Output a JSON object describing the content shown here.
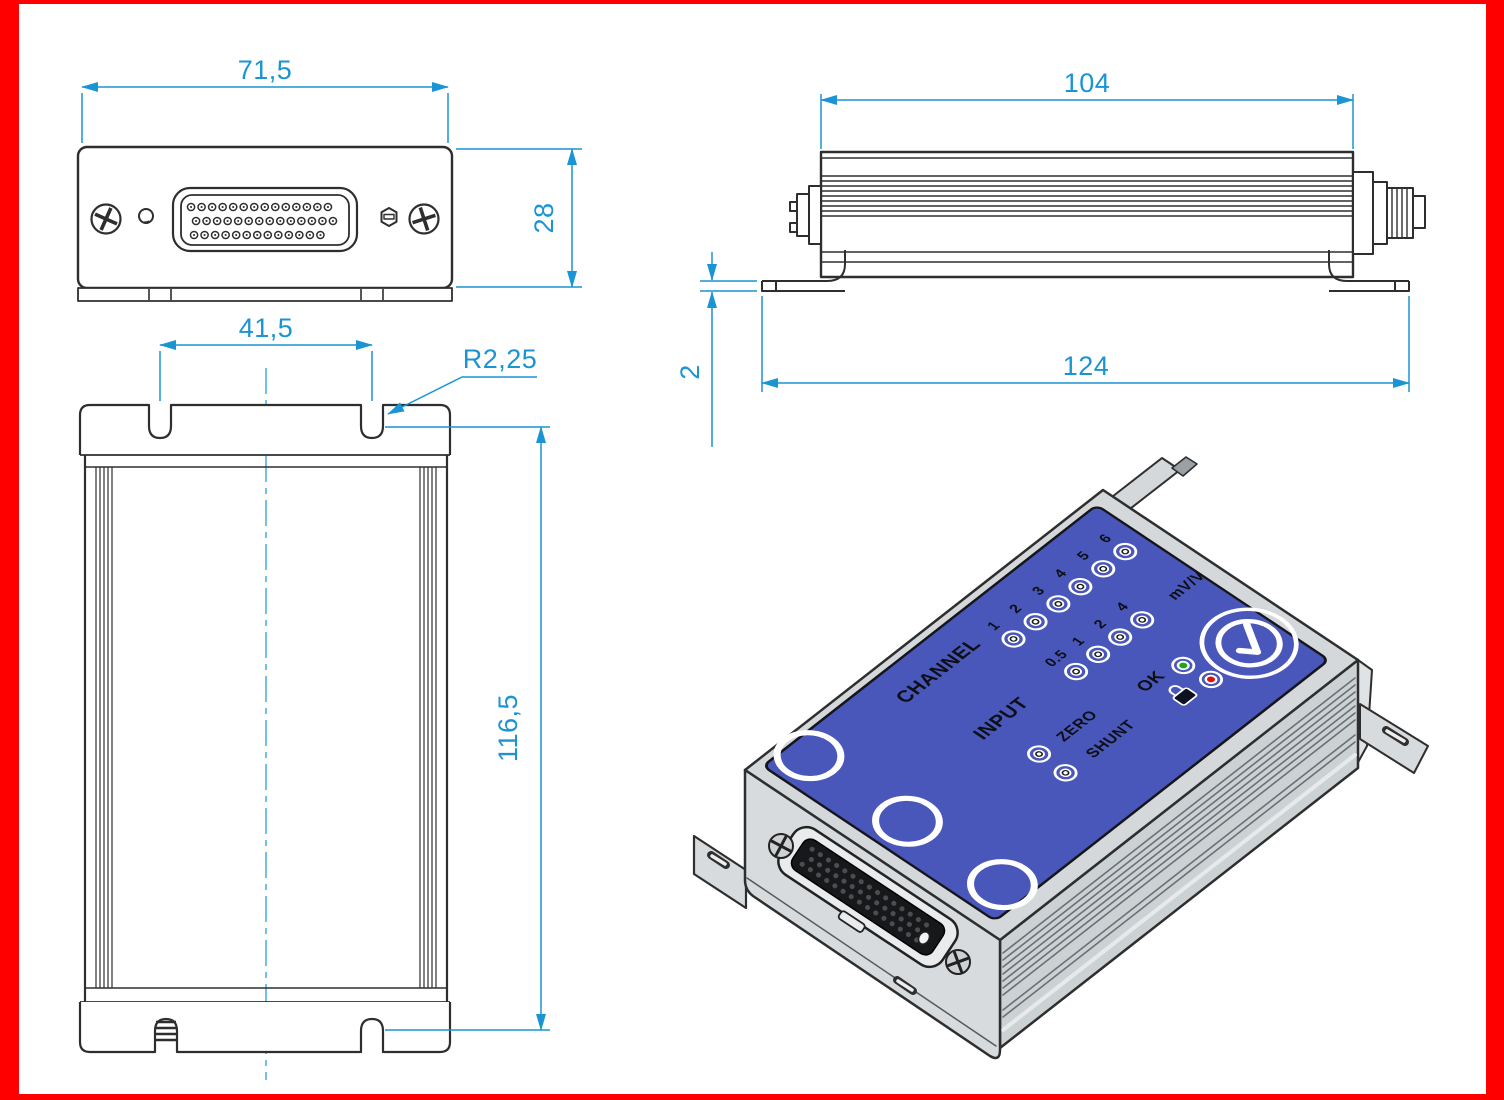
{
  "drawing": {
    "type": "technical-drawing",
    "views": [
      "front-view",
      "top-view",
      "side-view",
      "isometric-view"
    ]
  },
  "dimensions": {
    "front_width": "71,5",
    "front_height": "28",
    "notch_spacing": "41,5",
    "notch_radius": "R2,25",
    "body_length": "116,5",
    "side_body_length": "104",
    "side_overall_length": "124",
    "flange_thickness": "2"
  },
  "panel": {
    "channel_label": "CHANNEL",
    "input_label": "INPUT",
    "zero_label": "ZERO",
    "shunt_label": "SHUNT",
    "ok_label": "OK",
    "unit_label": "mV/V",
    "channels": [
      "1",
      "2",
      "3",
      "4",
      "5",
      "6"
    ],
    "gains": [
      "0.5",
      "1",
      "2",
      "4"
    ]
  },
  "colors": {
    "frame_red": "#fe0000",
    "dimension_blue": "#1a94d3",
    "centerline_blue": "#3aa5db",
    "line_dark": "#2e2e2e",
    "panel_blue": "#4a57ba",
    "enclosure_gray": "#d4d8da",
    "led_green": "#18a818",
    "led_red": "#e01010"
  }
}
